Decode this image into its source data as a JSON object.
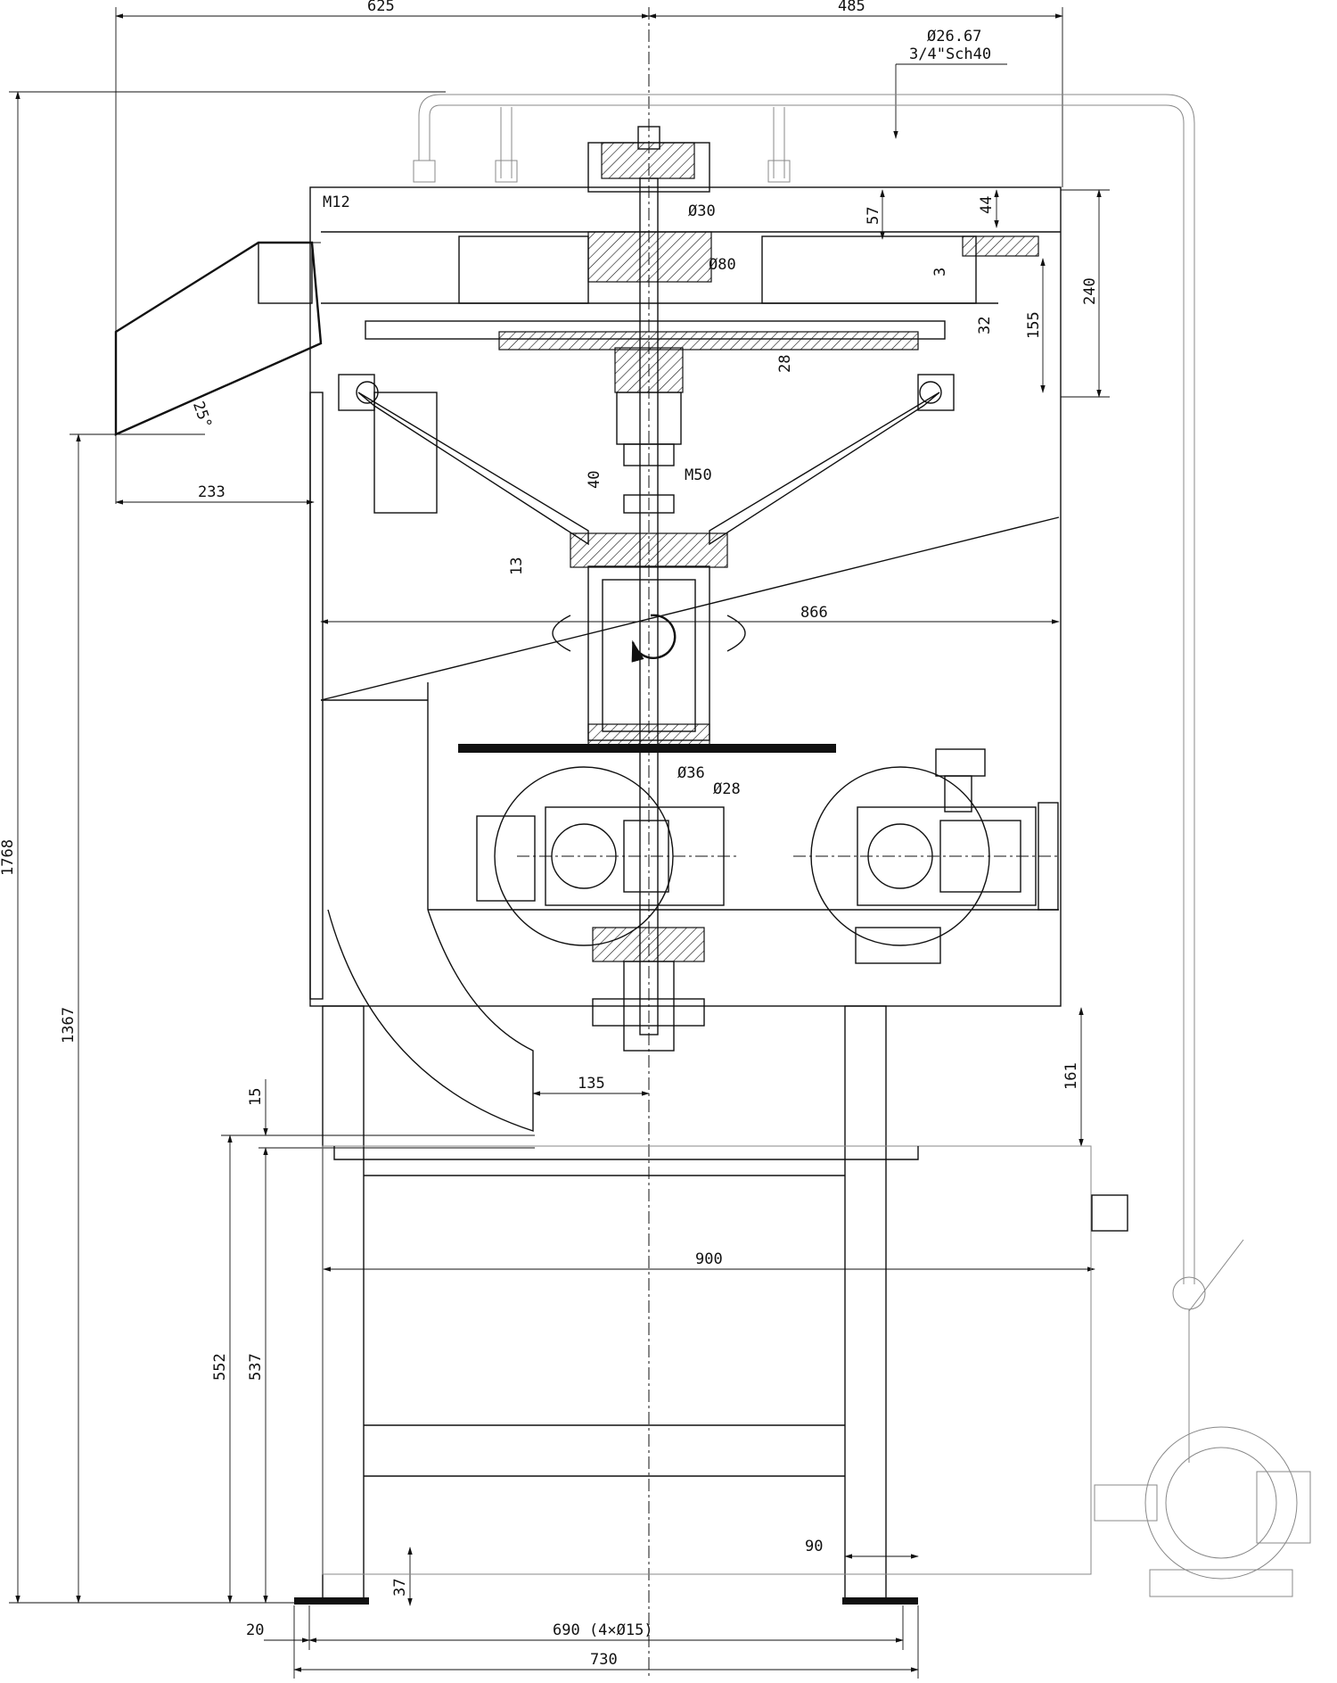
{
  "drawing": {
    "dimensions": {
      "top_left_width": "625",
      "top_right_width": "485",
      "pipe_diameter": "Ø26.67",
      "pipe_spec": "3/4\"Sch40",
      "bolt_thread": "M12",
      "shaft_dia_30": "Ø30",
      "shaft_dia_80": "Ø80",
      "dim_57": "57",
      "dim_44": "44",
      "dim_240": "240",
      "dim_3": "3",
      "dim_32": "32",
      "dim_155": "155",
      "dim_28": "28",
      "angle_25": "25°",
      "dim_233": "233",
      "dim_40": "40",
      "thread_m50": "M50",
      "dim_13": "13",
      "dim_866": "866",
      "shaft_dia_36": "Ø36",
      "shaft_dia_28": "Ø28",
      "dim_1768": "1768",
      "dim_1367": "1367",
      "dim_135": "135",
      "dim_161": "161",
      "dim_15": "15",
      "dim_900": "900",
      "dim_552": "552",
      "dim_537": "537",
      "dim_90": "90",
      "dim_37": "37",
      "dim_20": "20",
      "dim_690": "690 (4×Ø15)",
      "dim_730": "730"
    }
  }
}
